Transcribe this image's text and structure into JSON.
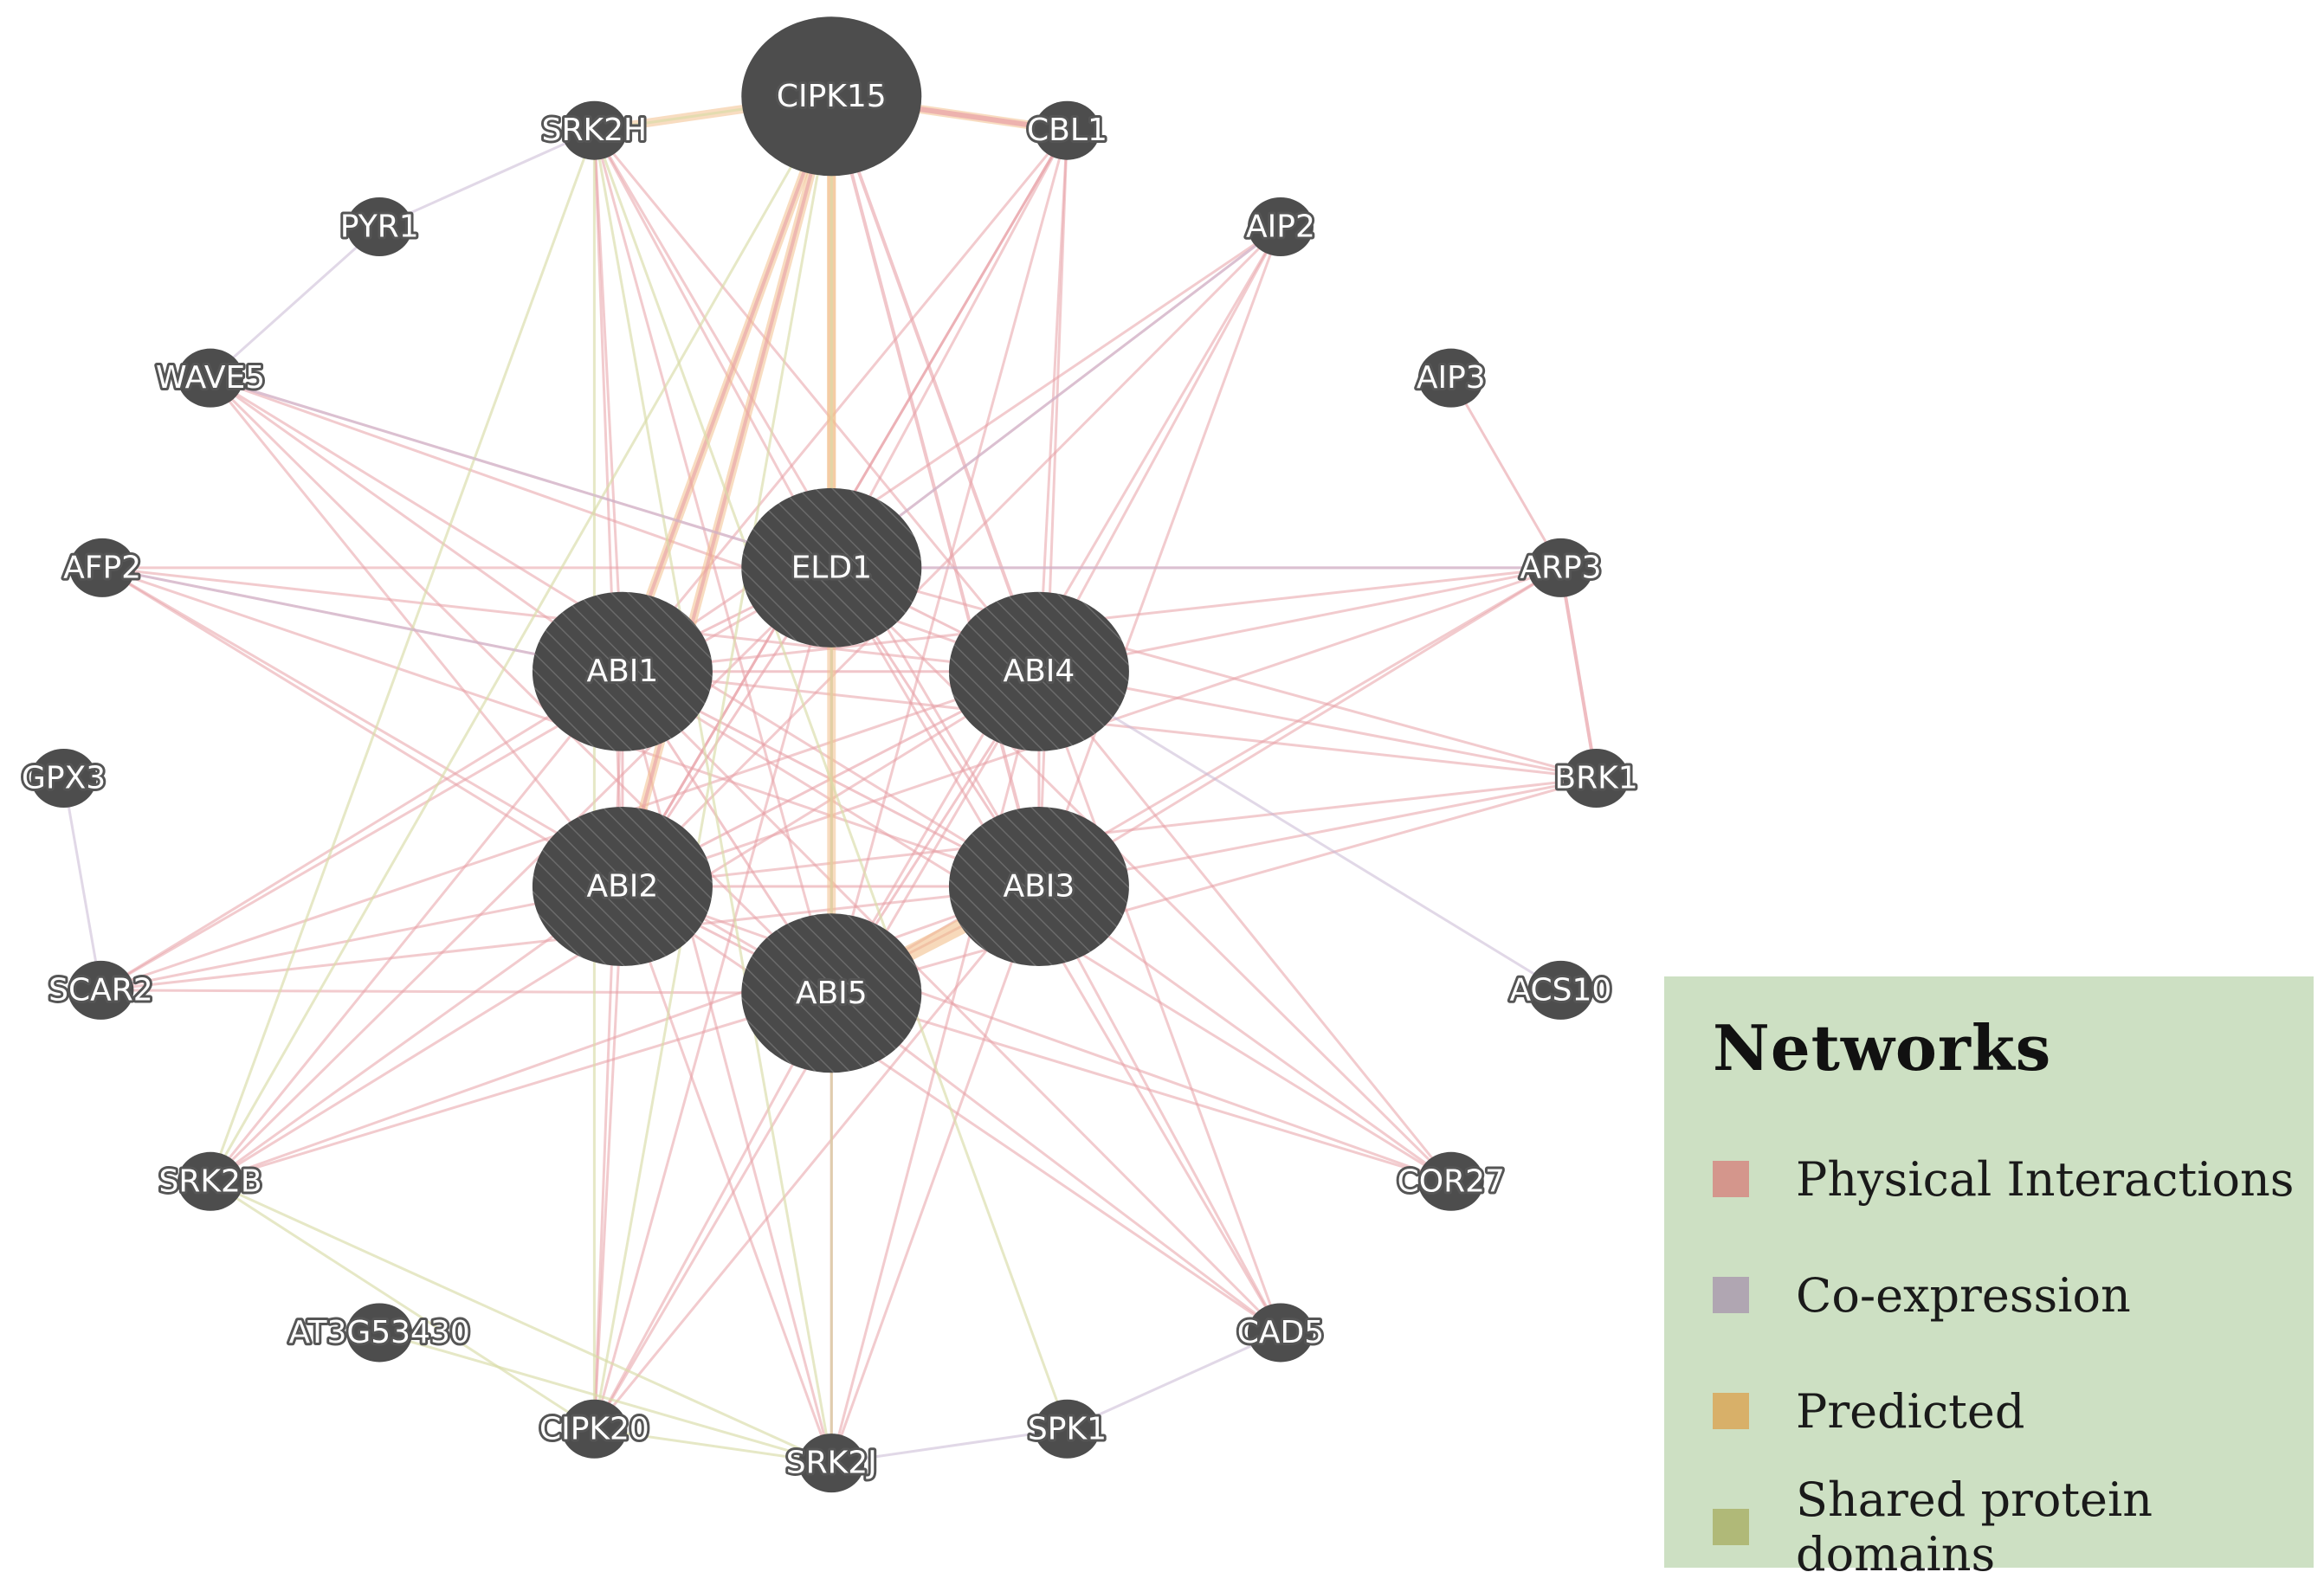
{
  "diagram": {
    "type": "gene-interaction-network",
    "center_nodes": [
      "ELD1",
      "ABI1",
      "ABI4",
      "ABI2",
      "ABI3",
      "ABI5"
    ],
    "hub_nodes": [
      "CIPK15",
      "ELD1",
      "ABI1",
      "ABI4",
      "ABI2",
      "ABI3",
      "ABI5"
    ],
    "outer_nodes": [
      "SRK2H",
      "CBL1",
      "PYR1",
      "AIP2",
      "WAVE5",
      "AIP3",
      "AFP2",
      "ARP3",
      "GPX3",
      "BRK1",
      "SCAR2",
      "ACS10",
      "SRK2B",
      "COR27",
      "AT3G53430",
      "CAD5",
      "CIPK20",
      "SPK1",
      "SRK2J"
    ],
    "edge_types": {
      "physical": {
        "color": "#e8a0a6"
      },
      "coexpression": {
        "color": "#c9b8d4"
      },
      "predicted": {
        "color": "#f2c08c"
      },
      "shared": {
        "color": "#d9dca8"
      }
    },
    "node_color": "#4d4d4d"
  },
  "legend": {
    "title": "Networks",
    "items": [
      {
        "label": "Physical Interactions",
        "color": "#d4968c"
      },
      {
        "label": "Co-expression",
        "color": "#b0a6b2"
      },
      {
        "label": "Predicted",
        "color": "#d8b069"
      },
      {
        "label": "Shared protein domains",
        "color": "#b0b978"
      }
    ]
  }
}
